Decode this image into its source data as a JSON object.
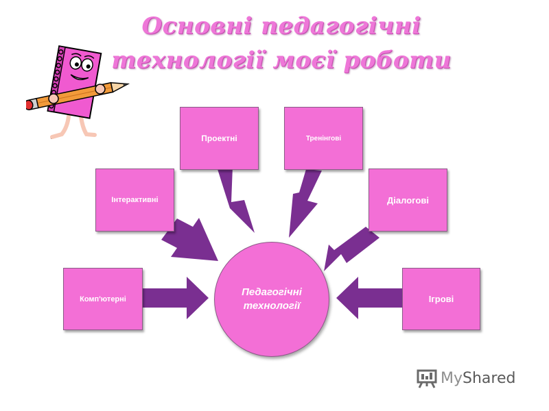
{
  "title": {
    "line1": "Основні педагогічні",
    "line2": "технології  моєї роботи"
  },
  "center": {
    "label": "Педагогічні технології"
  },
  "nodes": {
    "computer": "Комп'ютерні",
    "interactive": "Інтерактивні",
    "project": "Проектні",
    "training": "Тренінгові",
    "dialog": "Діалогові",
    "game": "Ігрові"
  },
  "watermark": {
    "my": "My",
    "shared": "Shared"
  },
  "colors": {
    "box_fill": "#f36fd6",
    "arrow_fill": "#7a2f91",
    "title": "#ee77d8"
  }
}
